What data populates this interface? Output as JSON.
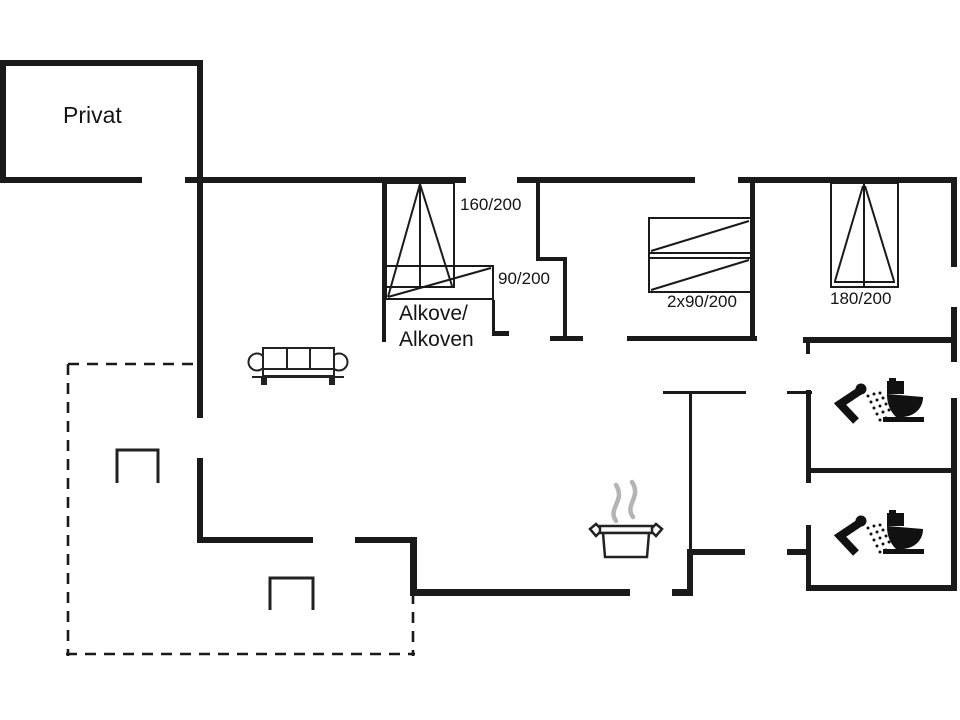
{
  "floorplan": {
    "type": "floor-plan",
    "labels": {
      "private_room": "Privat",
      "alcove_line1": "Alkove/",
      "alcove_line2": "Alkoven",
      "bed_alcove_double": "160/200",
      "bed_alcove_single": "90/200",
      "bed_bunk": "2x90/200",
      "bed_master": "180/200"
    },
    "colors": {
      "background": "#ffffff",
      "wall": "#1a1a1a",
      "steam": "#b4b4b4"
    },
    "icons": [
      "sofa-icon",
      "chair-icon",
      "chair-icon",
      "cooking-pot-icon",
      "steam-icon",
      "shower-icon",
      "toilet-icon",
      "shower-icon",
      "toilet-icon"
    ]
  }
}
